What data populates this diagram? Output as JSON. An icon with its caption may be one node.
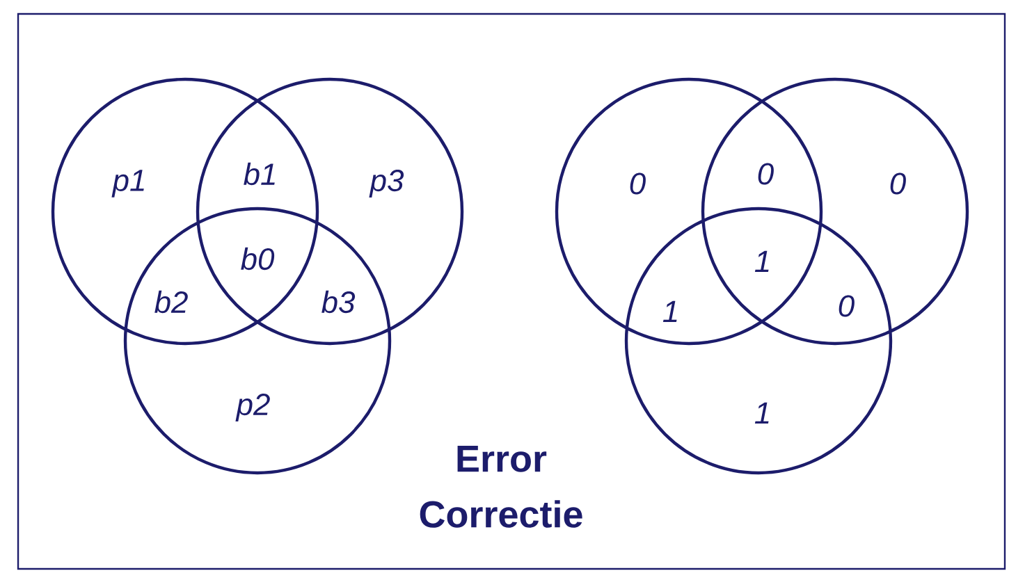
{
  "diagram": {
    "title": "Error Correctie",
    "labels": [
      "p1",
      "b1",
      "p3",
      "b0",
      "b2",
      "b3",
      "p2",
      "0",
      "0",
      "0",
      "1",
      "1",
      "0",
      "1"
    ]
  }
}
